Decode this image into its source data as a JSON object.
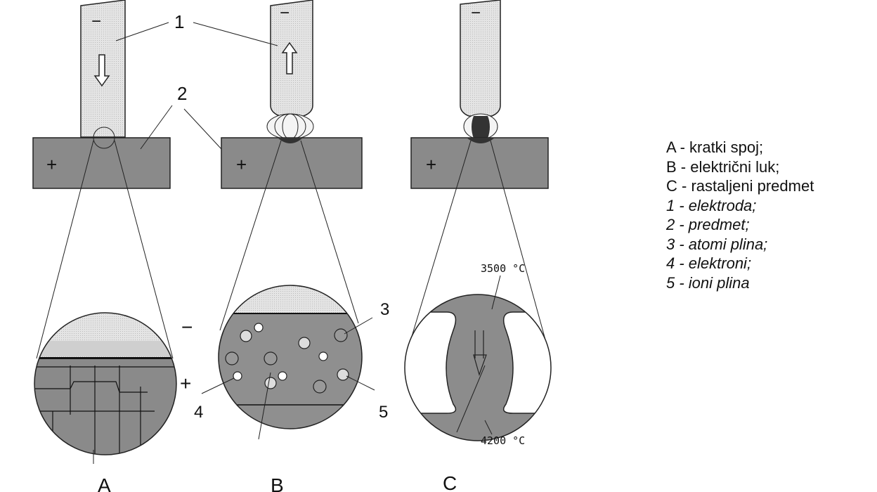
{
  "panels": {
    "A": {
      "label": "A",
      "electrode_sign": "−",
      "plate_sign": "+",
      "zoom_top_sign": "−",
      "zoom_bottom_sign": "+"
    },
    "B": {
      "label": "B",
      "electrode_sign": "−",
      "plate_sign": "+"
    },
    "C": {
      "label": "C",
      "electrode_sign": "−",
      "plate_sign": "+",
      "temp_top": "3500 °C",
      "temp_bottom": "4200 °C"
    }
  },
  "callouts": {
    "n1": "1",
    "n2": "2",
    "n3": "3",
    "n4": "4",
    "n5": "5"
  },
  "legend": [
    {
      "text": "A - kratki spoj;",
      "italic": false
    },
    {
      "text": "B - električni luk;",
      "italic": false
    },
    {
      "text": "C - rastaljeni predmet",
      "italic": false
    },
    {
      "text": "1 - elektroda;",
      "italic": true
    },
    {
      "text": "2 - predmet;",
      "italic": true
    },
    {
      "text": "3 - atomi plina;",
      "italic": true
    },
    {
      "text": "4 - elektroni;",
      "italic": true
    },
    {
      "text": "5 - ioni plina",
      "italic": true
    }
  ],
  "colors": {
    "plate": "#8a8a8a",
    "electrode": "#e6e6e6",
    "arc_gas": "#8f8f8f",
    "molten": "#3a3a3a"
  }
}
